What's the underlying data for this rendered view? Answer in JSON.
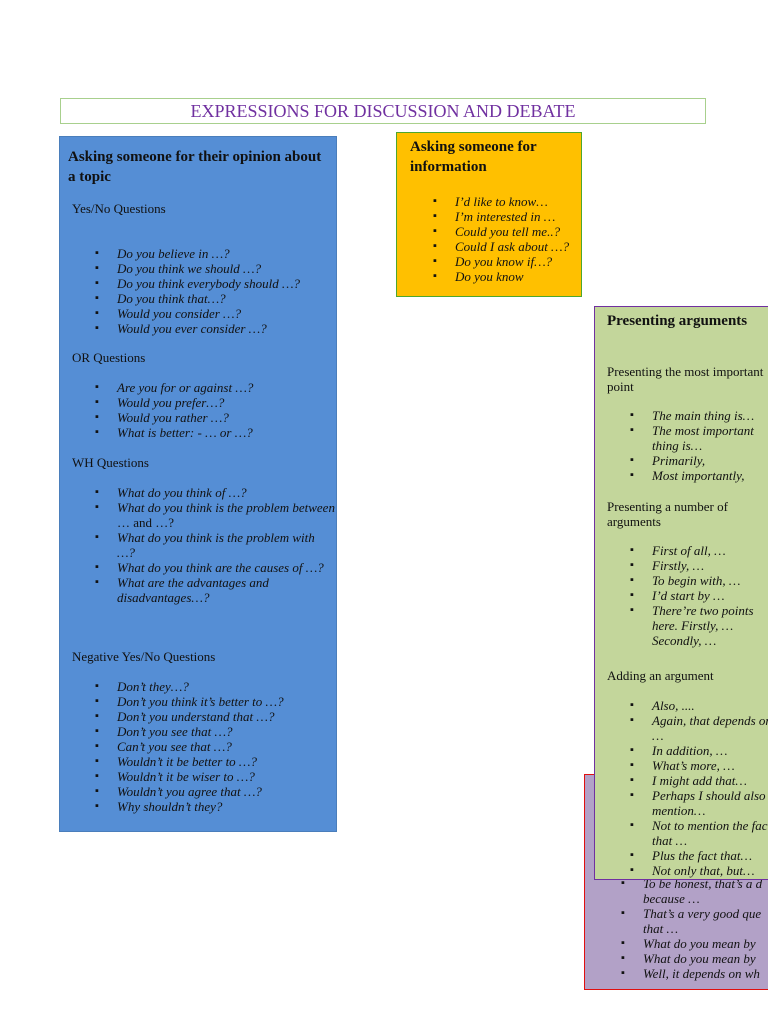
{
  "page_title": "EXPRESSIONS FOR DISCUSSION AND DEBATE",
  "opinion": {
    "heading": "Asking someone for their opinion about a topic",
    "yesno_label": "Yes/No Questions",
    "yesno_items": [
      "Do you believe in …?",
      "Do you think we should …?",
      "Do you think everybody should …?",
      "Do you think that…?",
      "Would you consider …?",
      "Would you ever consider …?"
    ],
    "or_label": "OR Questions",
    "or_items": [
      "Are you for or against …?",
      "Would you prefer…?",
      "Would you rather …?",
      "What is better:  - … or …?"
    ],
    "wh_label": "WH Questions",
    "wh_items": [
      "What do you think of …?",
      "What do you think is the problem between",
      "… and …?",
      "What do you think is the problem with …?",
      "What do you think are the causes of …?",
      "What are the advantages and disadvantages…?"
    ],
    "neg_label": "Negative Yes/No Questions",
    "neg_items": [
      "Don’t they…?",
      "Don’t you think it’s better to …?",
      "Don’t you understand that …?",
      "Don’t you see that …?",
      "Can’t you see that …?",
      "Wouldn’t it be better to …?",
      "Wouldn’t it be wiser to …?",
      "Wouldn’t you agree that …?",
      "Why shouldn’t they?"
    ]
  },
  "info": {
    "heading": "Asking someone for information",
    "items": [
      "I’d like to know…",
      "I’m interested in …",
      "Could you tell me..?",
      "Could I ask about …?",
      "Do you know if…?",
      "Do you know"
    ]
  },
  "arguments": {
    "heading": "Presenting arguments",
    "important_label": "Presenting the most important point",
    "important_items": [
      "The main thing is…",
      "The most important thing is…",
      "Primarily,",
      "Most importantly,"
    ],
    "number_label": "Presenting a number of arguments",
    "number_items": [
      "First of all, …",
      "Firstly, …",
      "To begin with, …",
      "I’d start by …",
      "There’re two points here. Firstly, … Secondly, …"
    ],
    "adding_label": "Adding an argument",
    "adding_items": [
      "Also, ....",
      "Again, that depends on …",
      "In addition, …",
      "What’s more, …",
      "I might add that…",
      "Perhaps I should also mention…",
      "Not to mention the fact that …",
      "Plus the fact that…",
      "Not only that, but…"
    ]
  },
  "purple": {
    "items": [
      "To be honest, that’s a d",
      "because …",
      "That’s a very good que",
      "that …",
      "What do you mean by",
      "What do you mean by",
      "Well, it depends on wh"
    ]
  }
}
